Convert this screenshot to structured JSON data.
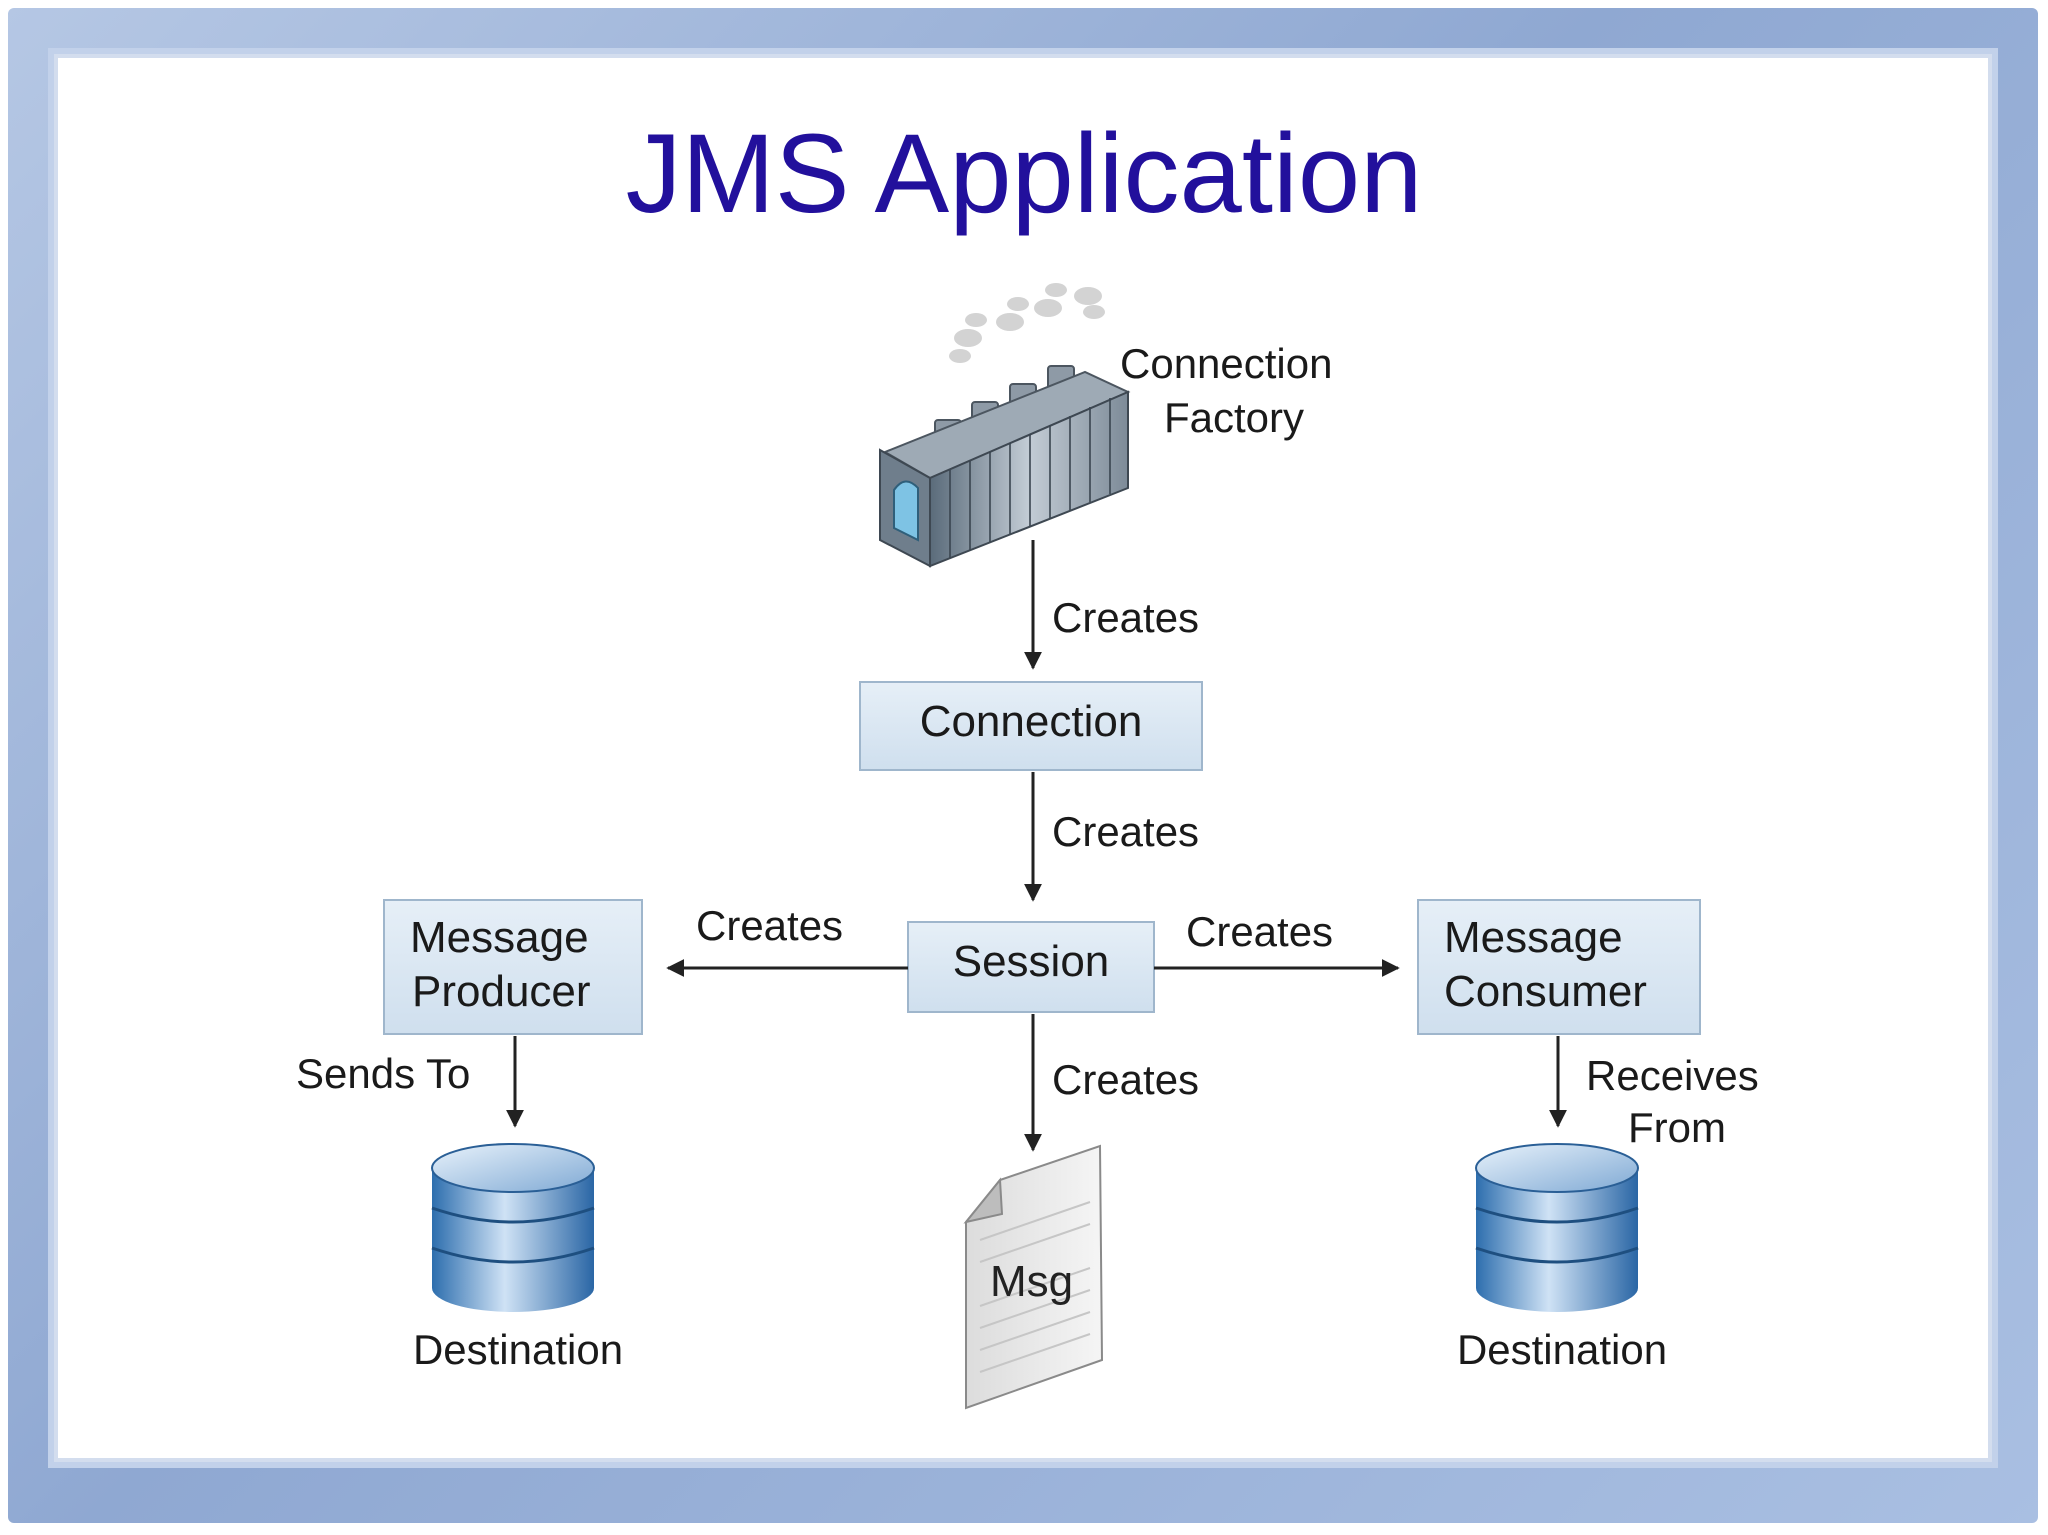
{
  "title": "JMS Application",
  "nodes": {
    "connection_factory": {
      "line1": "Connection",
      "line2": "Factory"
    },
    "connection": {
      "label": "Connection"
    },
    "session": {
      "label": "Session"
    },
    "message_producer": {
      "line1": "Message",
      "line2": "Producer"
    },
    "message_consumer": {
      "line1": "Message",
      "line2": "Consumer"
    },
    "msg": {
      "label": "Msg"
    },
    "destination_left": {
      "label": "Destination"
    },
    "destination_right": {
      "label": "Destination"
    }
  },
  "edges": {
    "factory_to_connection": "Creates",
    "connection_to_session": "Creates",
    "session_to_producer": "Creates",
    "session_to_consumer": "Creates",
    "session_to_msg": "Creates",
    "producer_to_destination": "Sends To",
    "consumer_from_destination_line1": "Receives",
    "consumer_from_destination_line2": "From"
  },
  "colors": {
    "title": "#22109c",
    "box_fill": "#dbe8f3",
    "box_stroke": "#9fb6cc",
    "frame": "#a9bfe2"
  }
}
